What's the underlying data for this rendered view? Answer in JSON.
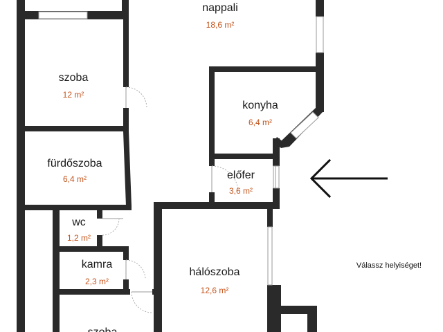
{
  "rooms": [
    {
      "id": "nappali",
      "name": "nappali",
      "area": "18,6 m²"
    },
    {
      "id": "szoba-1",
      "name": "szoba",
      "area": "12 m²"
    },
    {
      "id": "konyha",
      "name": "konyha",
      "area": "6,4 m²"
    },
    {
      "id": "furdoszoba",
      "name": "fürdőszoba",
      "area": "6,4 m²"
    },
    {
      "id": "elofer",
      "name": "előfer",
      "area": "3,6 m²"
    },
    {
      "id": "wc",
      "name": "wc",
      "area": "1,2 m²"
    },
    {
      "id": "halloszoba",
      "name": "hálószoba",
      "area": "12,6 m²"
    },
    {
      "id": "kamra",
      "name": "kamra",
      "area": "2,3 m²"
    },
    {
      "id": "szoba-2",
      "name": "szoba",
      "area": ""
    }
  ],
  "hint": "Válassz helyiséget!",
  "colors": {
    "wall": "#2a2a2a",
    "area_text": "#c4541c",
    "background": "#ffffff"
  },
  "icons": {
    "entrance_arrow": "arrow-left-icon"
  }
}
